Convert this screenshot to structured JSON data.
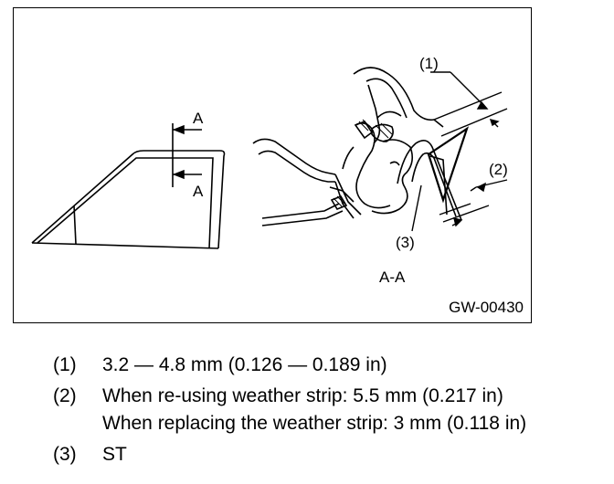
{
  "figure": {
    "code": "GW-00430",
    "section_marker": "A",
    "section_label": "A-A",
    "callouts": [
      "(1)",
      "(2)",
      "(3)"
    ]
  },
  "legend": [
    {
      "num": "(1)",
      "lines": [
        "3.2 — 4.8 mm (0.126 — 0.189 in)"
      ]
    },
    {
      "num": "(2)",
      "lines": [
        "When re-using weather strip: 5.5 mm (0.217 in)",
        "When replacing the weather strip: 3 mm (0.118 in)"
      ]
    },
    {
      "num": "(3)",
      "lines": [
        "ST"
      ]
    }
  ]
}
